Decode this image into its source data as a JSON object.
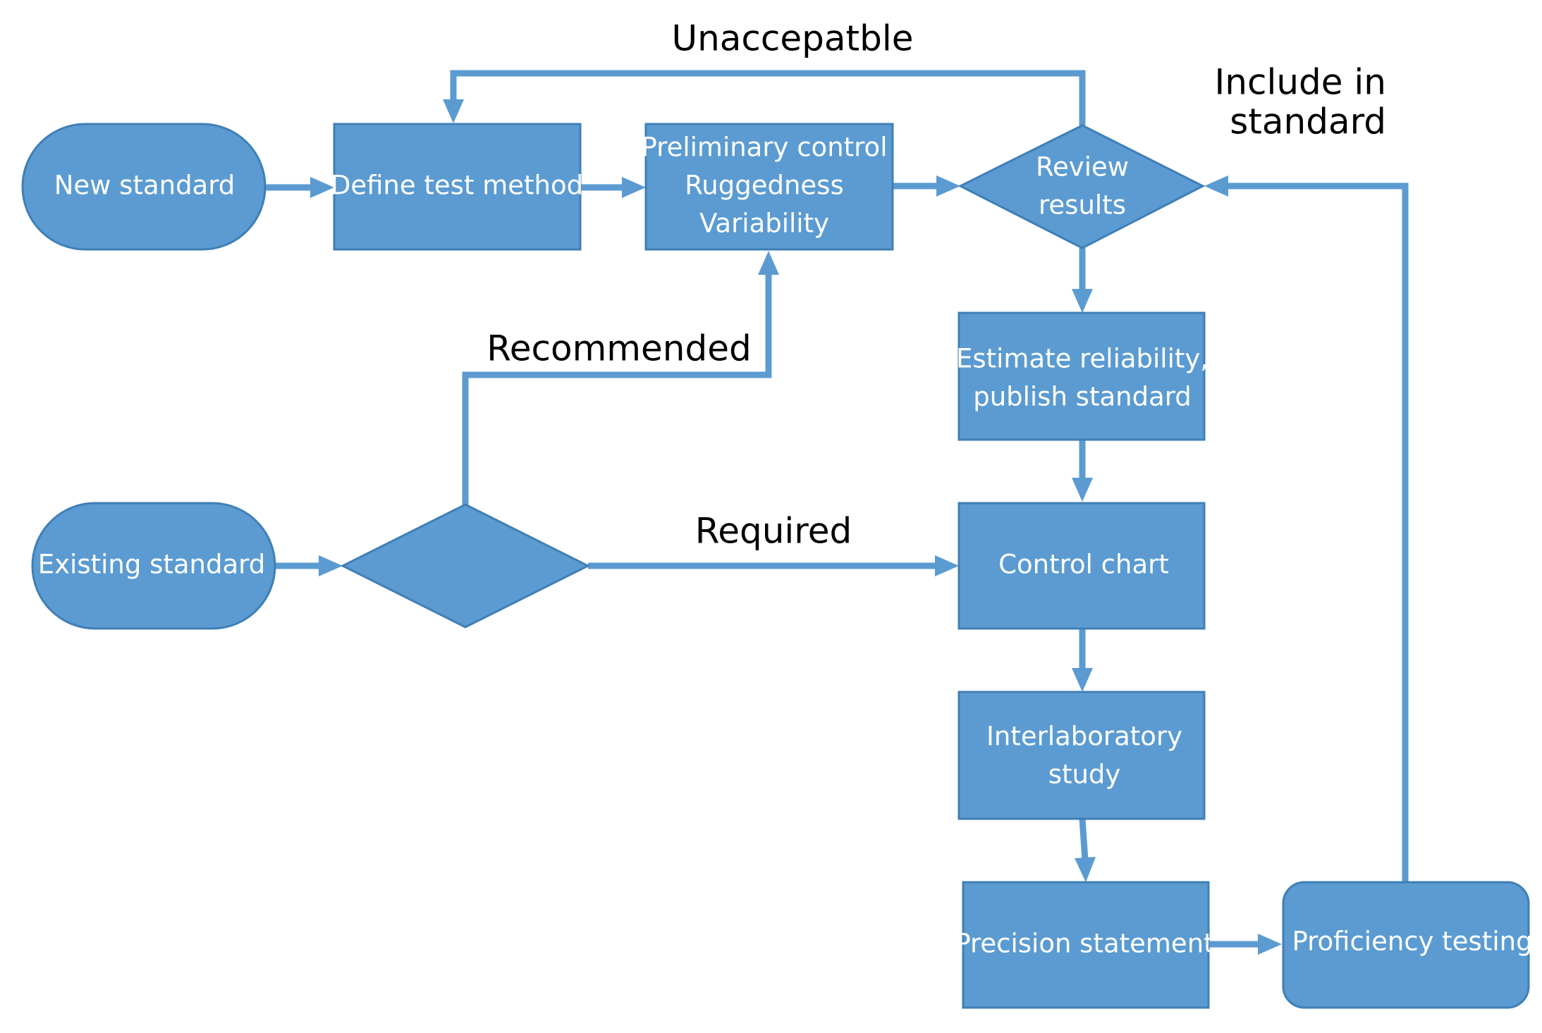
{
  "colors": {
    "node_fill": "#5b9bd1",
    "node_stroke": "#3f7fb6",
    "connector": "#5b9bd1",
    "node_text": "#ffffff",
    "label_text": "#000000"
  },
  "nodes": {
    "new_standard": {
      "lines": [
        "New standard"
      ]
    },
    "define_test_method": {
      "lines": [
        "Define test method"
      ]
    },
    "preliminary_control": {
      "lines": [
        "Preliminary control",
        "Ruggedness",
        "Variability"
      ]
    },
    "review_results": {
      "lines": [
        "Review",
        "results"
      ]
    },
    "estimate_reliability": {
      "lines": [
        "Estimate reliability,",
        "publish standard"
      ]
    },
    "existing_standard": {
      "lines": [
        "Existing standard"
      ]
    },
    "decision": {
      "lines": []
    },
    "control_chart": {
      "lines": [
        "Control chart"
      ]
    },
    "interlaboratory_study": {
      "lines": [
        "Interlaboratory",
        "study"
      ]
    },
    "precision_statement": {
      "lines": [
        "Precision statement"
      ]
    },
    "proficiency_testing": {
      "lines": [
        "Proficiency testing"
      ]
    }
  },
  "edge_labels": {
    "unacceptable": {
      "lines": [
        "Unaccepatble"
      ]
    },
    "include_in_standard": {
      "lines": [
        "Include in",
        "standard"
      ]
    },
    "recommended": {
      "lines": [
        "Recommended"
      ]
    },
    "required": {
      "lines": [
        "Required"
      ]
    }
  }
}
